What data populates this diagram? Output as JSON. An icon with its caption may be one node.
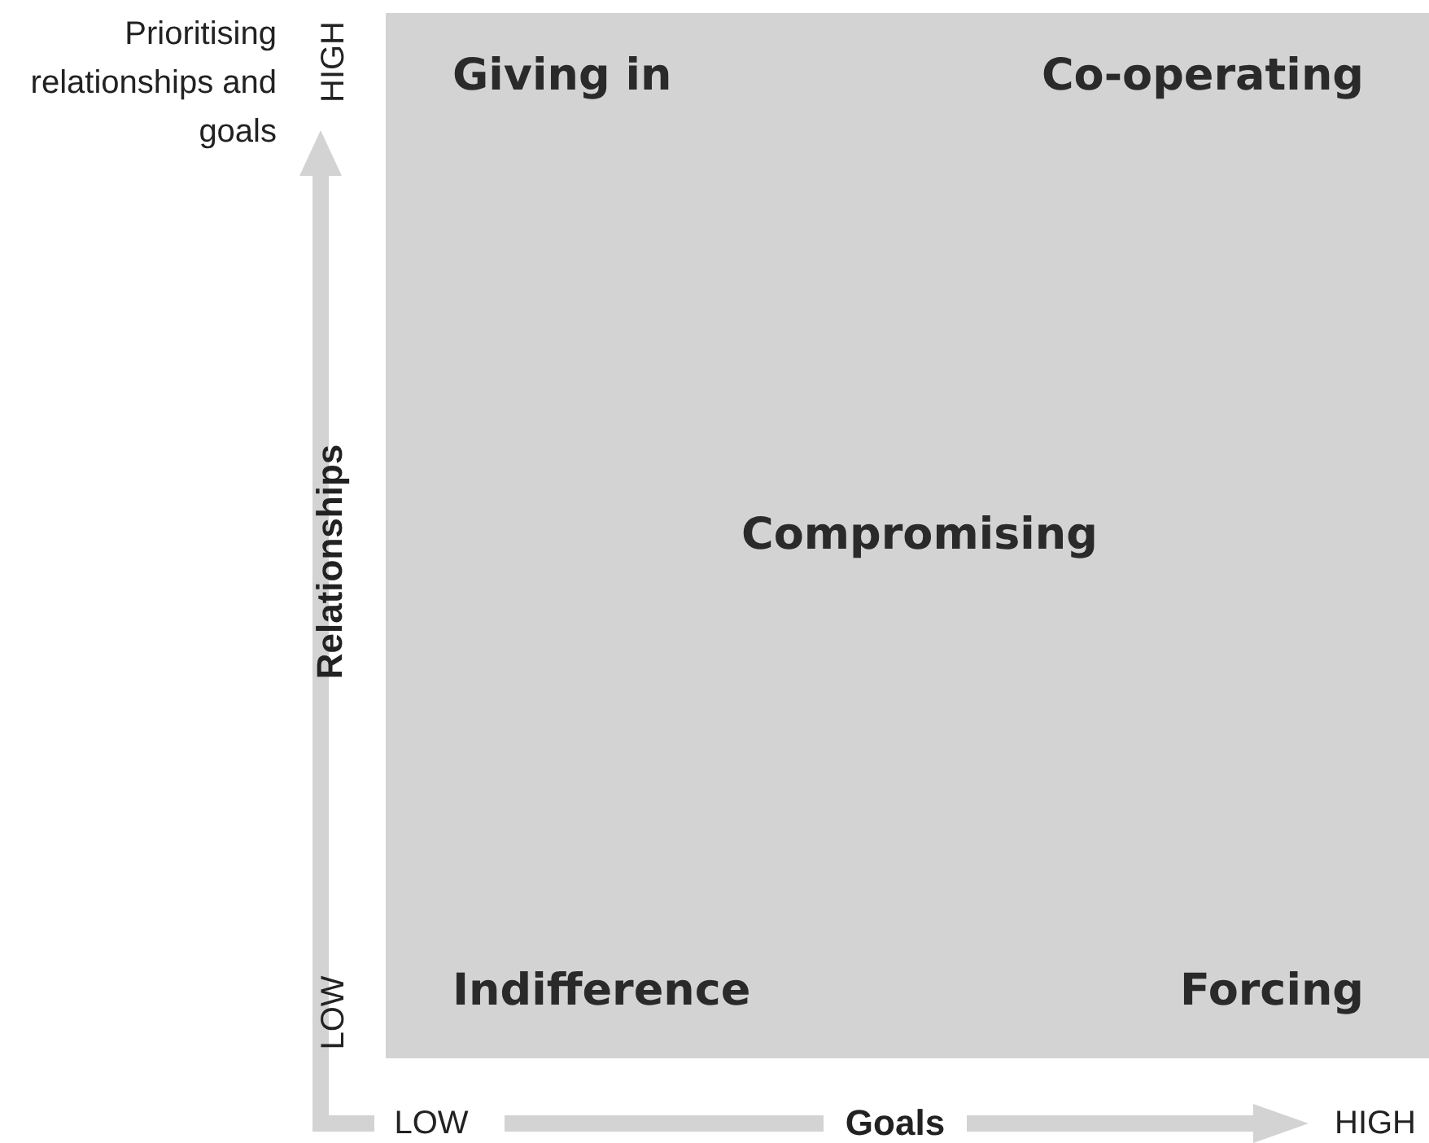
{
  "diagram": {
    "nodes": [
      {
        "text": [
          "Giving in",
          "Co-operating",
          "Compromising",
          "Indifference",
          "Forcing"
        ]
      }
    ],
    "edges": [],
    "labels": [
      "Prioritising relationships and goals",
      "HIGH",
      "Relationships",
      "LOW",
      "LOW",
      "Goals",
      "HIGH"
    ]
  }
}
